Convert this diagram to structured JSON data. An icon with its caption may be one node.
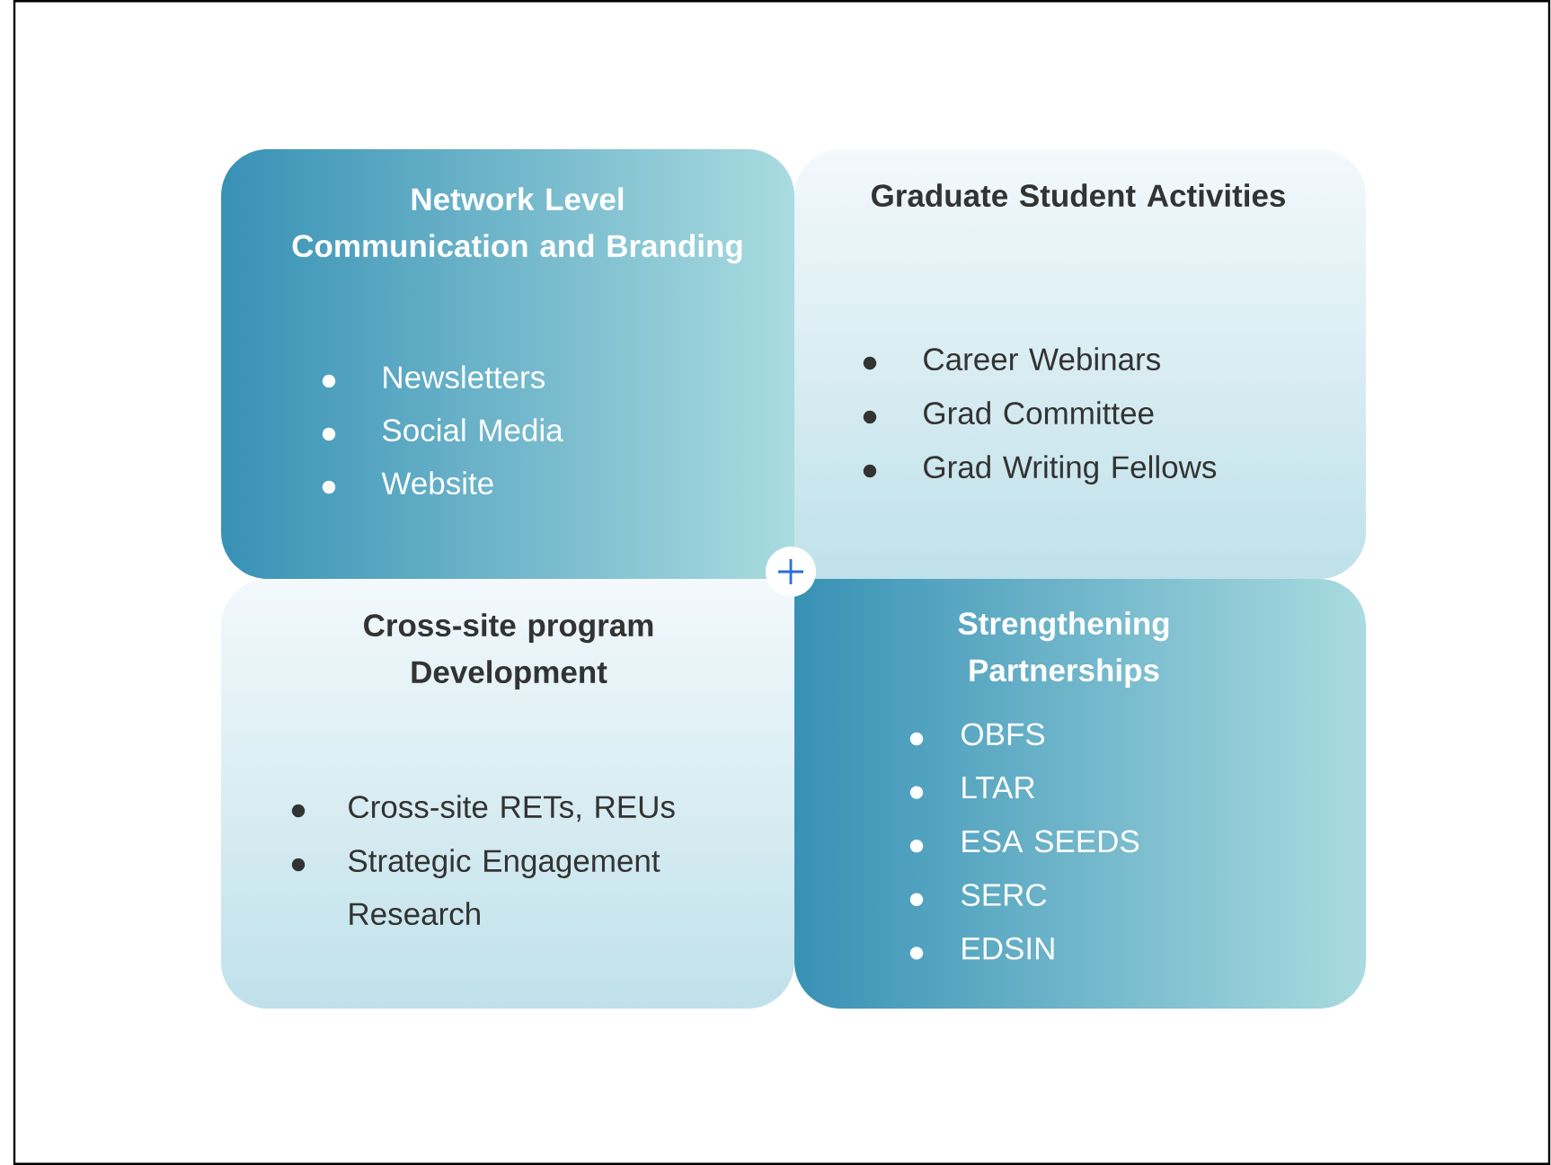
{
  "diagram": {
    "nodes": [
      {
        "text": [
          "Network Level Communication and Branding",
          "Newsletters",
          "Social Media",
          "Website"
        ]
      },
      {
        "text": [
          "Graduate Student Activities",
          "Career Webinars",
          "Grad Committee",
          "Grad Writing Fellows"
        ]
      },
      {
        "text": [
          "Cross-site program Development",
          "Cross-site RETs, REUs",
          "Strategic Engagement Research"
        ]
      },
      {
        "text": [
          "Strengthening Partnerships",
          "OBFS",
          "LTAR",
          "ESA SEEDS",
          "SERC",
          "EDSIN"
        ]
      }
    ]
  }
}
